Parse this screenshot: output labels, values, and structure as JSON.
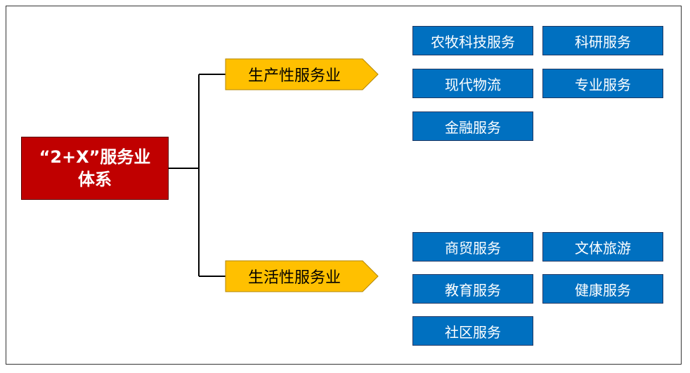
{
  "root": {
    "line1": "“2+X”服务业",
    "line2": "体系"
  },
  "colors": {
    "root_fill": "#c00000",
    "category_fill": "#ffc000",
    "item_fill": "#0070c0",
    "connector": "#000000"
  },
  "categories": [
    {
      "label": "生产性服务业",
      "items": [
        "农牧科技服务",
        "科研服务",
        "现代物流",
        "专业服务",
        "金融服务"
      ]
    },
    {
      "label": "生活性服务业",
      "items": [
        "商贸服务",
        "文体旅游",
        "教育服务",
        "健康服务",
        "社区服务"
      ]
    }
  ]
}
